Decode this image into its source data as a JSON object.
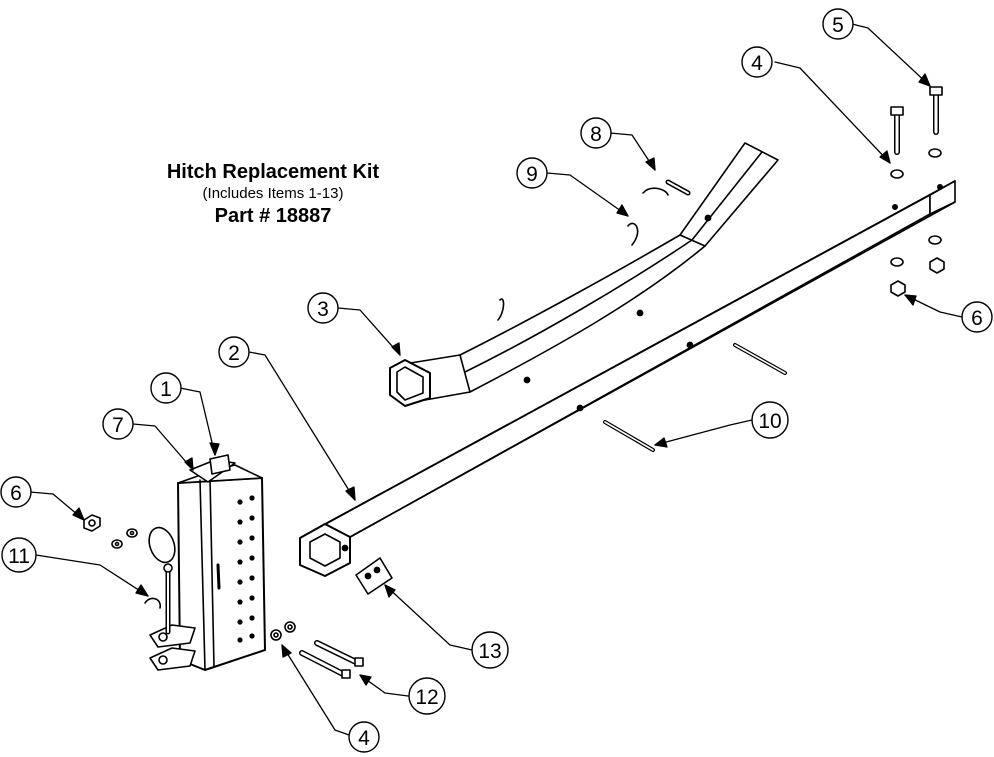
{
  "title_block": {
    "title": "Hitch Replacement Kit",
    "subtitle": "(Includes Items 1-13)",
    "part_number": "Part # 18887"
  },
  "callouts": {
    "c1": "1",
    "c2": "2",
    "c3": "3",
    "c4a": "4",
    "c4b": "4",
    "c5": "5",
    "c6a": "6",
    "c6b": "6",
    "c7": "7",
    "c8": "8",
    "c9": "9",
    "c10": "10",
    "c11": "11",
    "c12": "12",
    "c13": "13"
  }
}
